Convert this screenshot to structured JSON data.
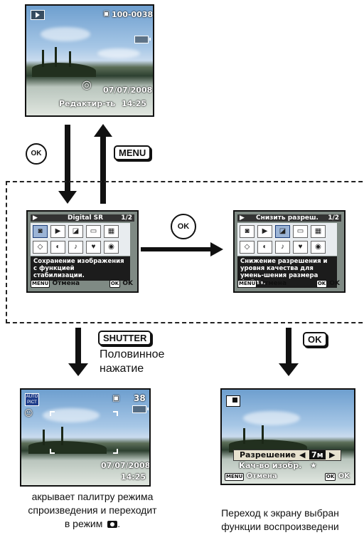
{
  "top_screen": {
    "file_number": "100-0038",
    "date": "07/07/2008",
    "time": "14:25",
    "edit_label": "Редактир-ть"
  },
  "buttons": {
    "ok": "OK",
    "menu": "MENU",
    "shutter": "SHUTTER",
    "half_press": "Половинное\nнажатие"
  },
  "palette_left": {
    "title": "Digital SR",
    "page": "1/2",
    "description": "Сохранение изображения с функцией стабилизации.",
    "cancel_key": "MENU",
    "cancel_label": "Отмена",
    "ok_key": "OK",
    "ok_label": "OK"
  },
  "palette_right": {
    "title": "Снизить разреш.",
    "page": "1/2",
    "description": "Снижение разрешения и уровня качества для умень-шения размера файла.",
    "cancel_key": "MENU",
    "cancel_label": "Отмена",
    "ok_key": "OK",
    "ok_label": "OK"
  },
  "bottom_left_screen": {
    "mode_icon": "AUTO PICT",
    "count": "38",
    "date": "07/07/2008",
    "time": "14:25"
  },
  "bottom_right_screen": {
    "resolution_label": "Разрешение",
    "resolution_value": "7м",
    "quality_label": "Кач-во изобр.",
    "quality_value": "★",
    "cancel_key": "MENU",
    "cancel_label": "Отмена",
    "ok_key": "OK",
    "ok_label": "OK"
  },
  "captions": {
    "left": "акрывает палитру режима\nспроизведения и переходит\nв режим",
    "right": "Переход к экрану выбран\nфункции воспроизведени"
  }
}
